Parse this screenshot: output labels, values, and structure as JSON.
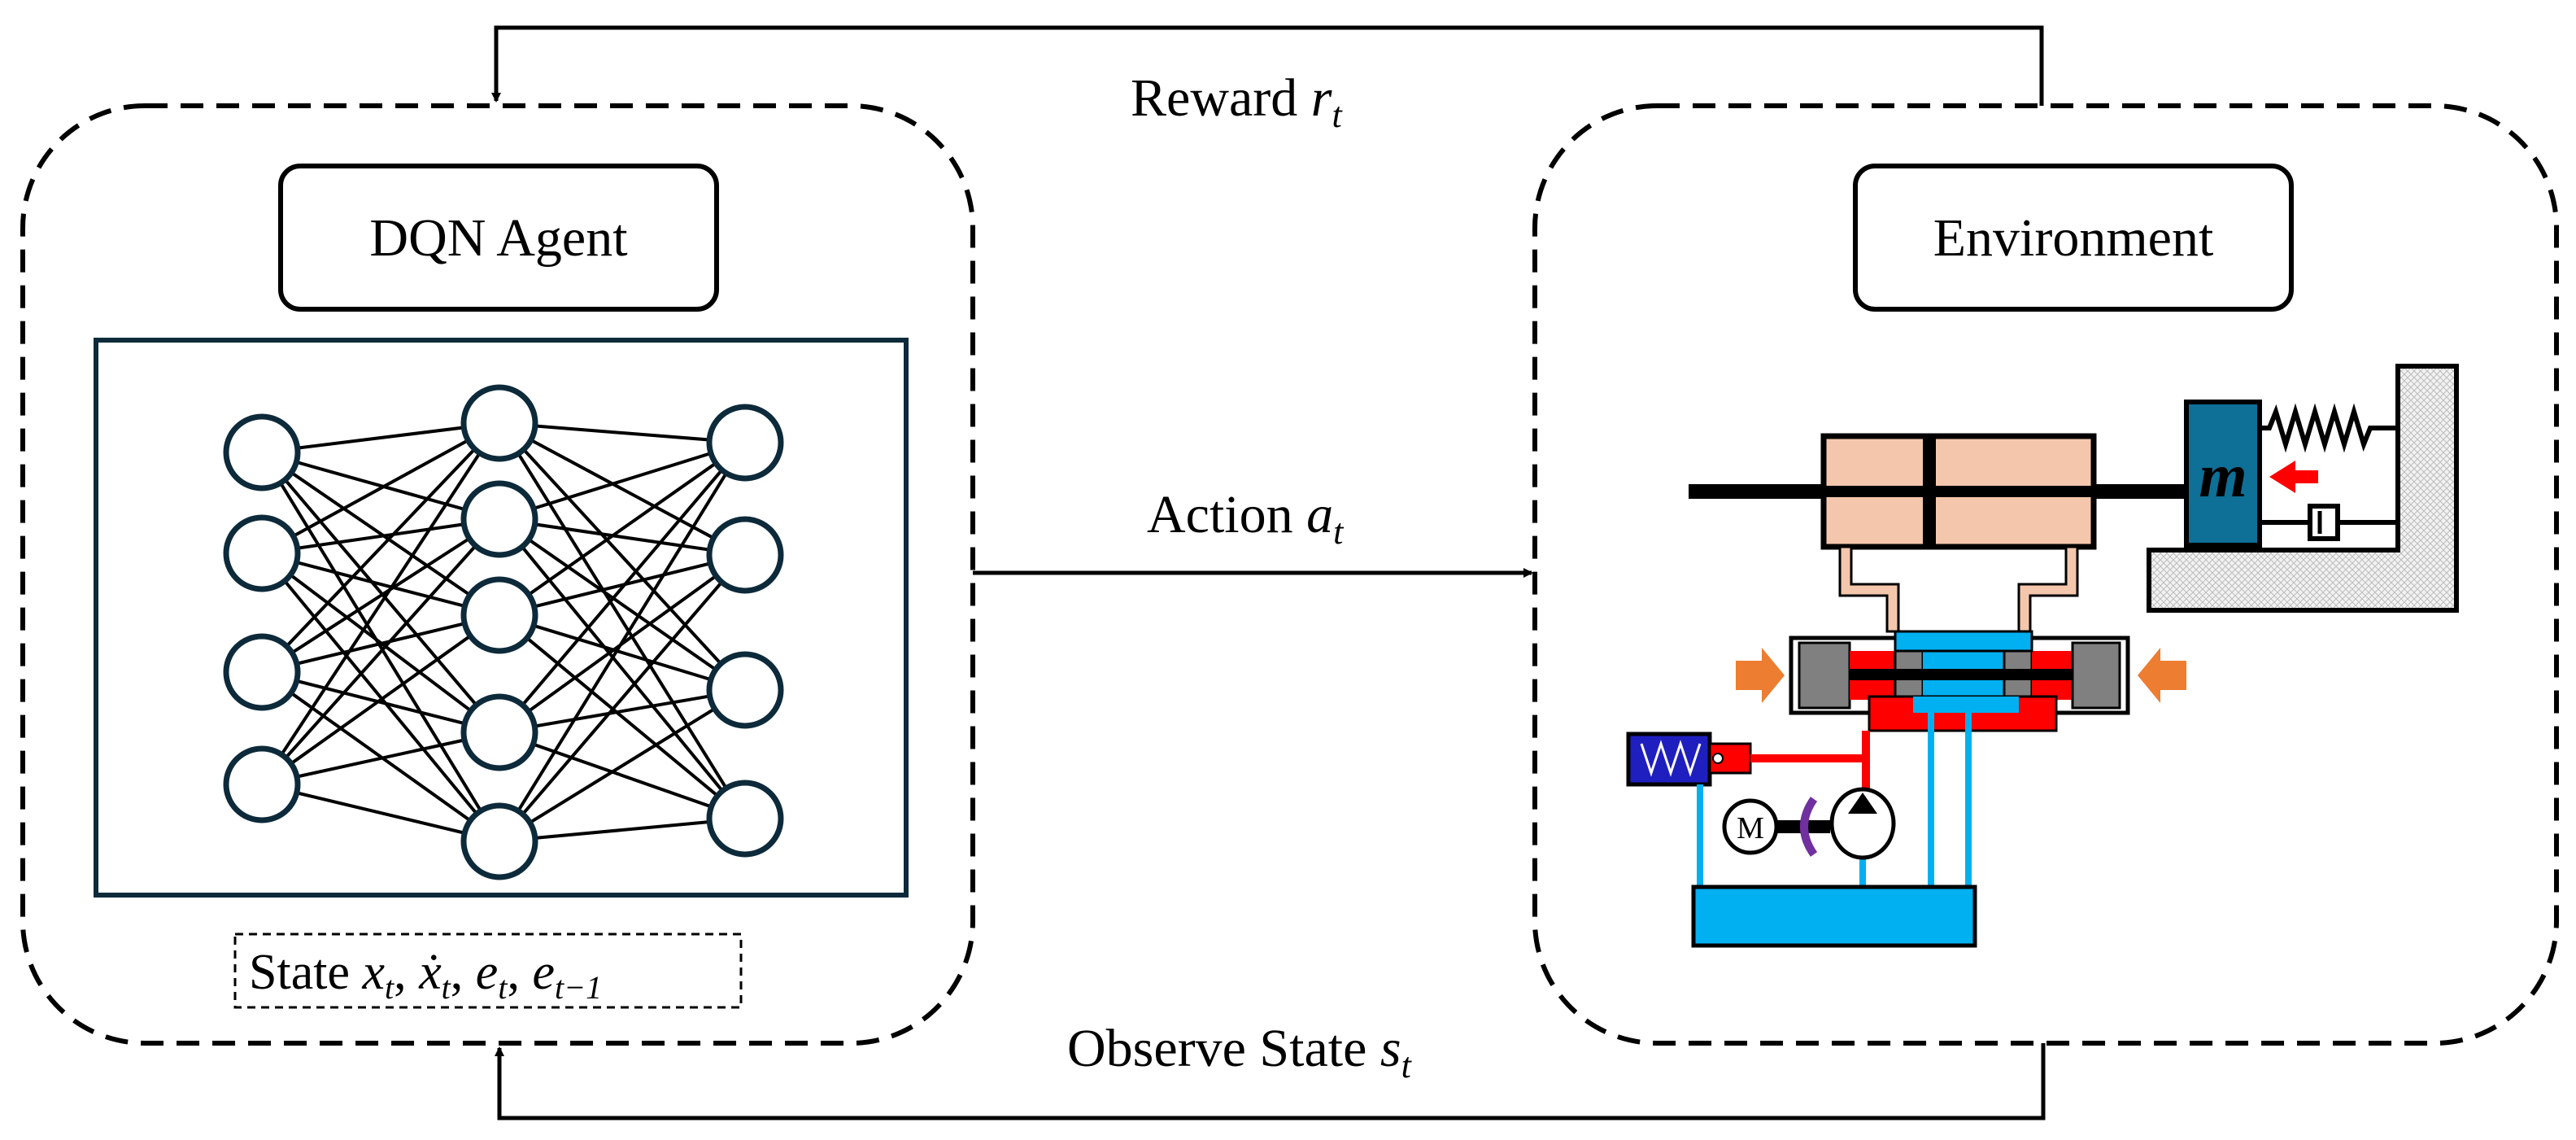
{
  "agent": {
    "title": "DQN Agent",
    "state_prefix": "State ",
    "state_vars": "x",
    "sub_t": "t"
  },
  "environment": {
    "title": "Environment",
    "mass_label": "m",
    "motor_label": "M"
  },
  "flows": {
    "reward": {
      "text": "Reward ",
      "var": "r",
      "sub": "t"
    },
    "action": {
      "text": "Action ",
      "var": "a",
      "sub": "t"
    },
    "observe": {
      "text": "Observe State ",
      "var": "s",
      "sub": "t"
    }
  },
  "state_expr": {
    "x": "x",
    "xdot": "ẋ",
    "e": "e",
    "sub_t": "t",
    "sub_tm1": "t−1"
  },
  "network": {
    "layers": [
      4,
      5,
      4
    ]
  },
  "colors": {
    "line": "#000000",
    "network_frame": "#0d2a3a",
    "node_stroke": "#0d2a3a",
    "cylinder_fill": "#f4c7ad",
    "mass_fill": "#0e6f97",
    "hydraulic_red": "#ff0000",
    "hydraulic_blue": "#00b0f0",
    "arrow_orange": "#ed7d31",
    "solenoid_blue": "#1f1fbf",
    "wall_fill": "#e8e8e8"
  }
}
